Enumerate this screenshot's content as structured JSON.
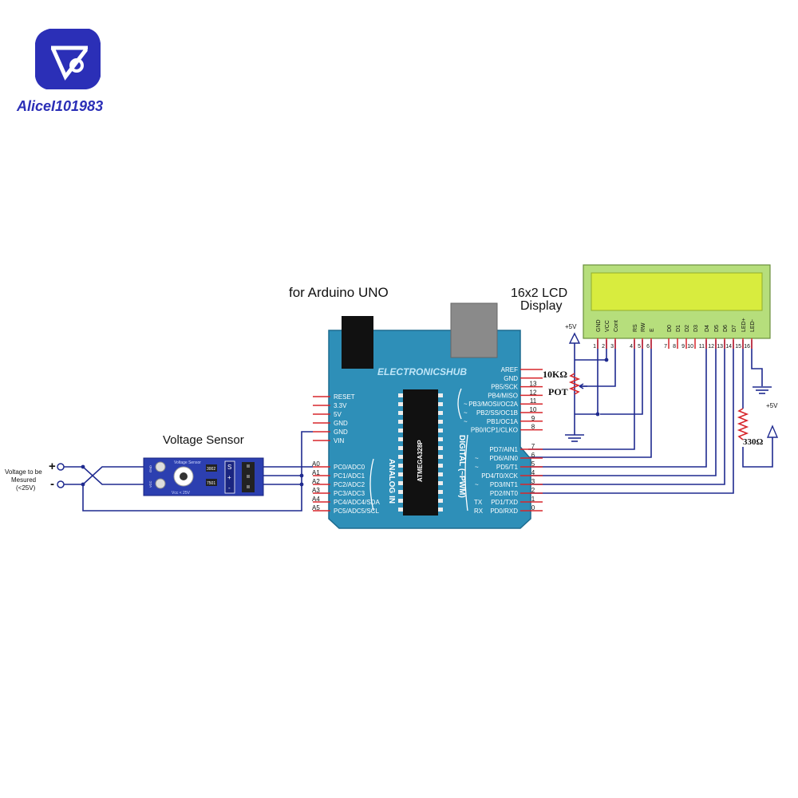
{
  "brand": {
    "name": "AliceI101983",
    "logo_color": "#2B2FB7",
    "accent": "#E3262B"
  },
  "titles": {
    "arduino": "for Arduino UNO",
    "lcd_line1": "16x2 LCD",
    "lcd_line2": "Display",
    "sensor": "Voltage Sensor"
  },
  "input": {
    "line1": "Voltage to be",
    "line2": "Mesured",
    "line3": "(<25V)",
    "plus": "+",
    "minus": "-"
  },
  "sensor_module": {
    "title": "Voltage Sensor",
    "vcc": "Vcc < 25V",
    "gnd_label": "GND",
    "vcc_label": "VCC",
    "chip1": "3002",
    "chip2": "7501",
    "pins": [
      "S",
      "+",
      "-"
    ]
  },
  "board": {
    "brand": "ELECTRONICSHUB",
    "chip": "ATMEGA328P",
    "analog_label": "ANALOG IN",
    "digital_label": "DIGITAL (~PWM)",
    "power_pins": [
      "RESET",
      "3.3V",
      "5V",
      "GND",
      "GND",
      "VIN"
    ],
    "analog_pins": [
      {
        "name": "A0",
        "func": "PC0/ADC0"
      },
      {
        "name": "A1",
        "func": "PC1/ADC1"
      },
      {
        "name": "A2",
        "func": "PC2/ADC2"
      },
      {
        "name": "A3",
        "func": "PC3/ADC3"
      },
      {
        "name": "A4",
        "func": "PC4/ADC4/SDA"
      },
      {
        "name": "A5",
        "func": "PC5/ADC5/SCL"
      }
    ],
    "top_pins": [
      {
        "func": "AREF",
        "num": ""
      },
      {
        "func": "GND",
        "num": ""
      },
      {
        "func": "PB5/SCK",
        "num": "13"
      },
      {
        "func": "PB4/MISO",
        "num": "12"
      },
      {
        "func": "PB3/MOSI/OC2A",
        "num": "11"
      },
      {
        "func": "PB2/SS/OC1B",
        "num": "10"
      },
      {
        "func": "PB1/OC1A",
        "num": "9"
      },
      {
        "func": "PB0/ICP1/CLKO",
        "num": "8"
      }
    ],
    "bottom_pins": [
      {
        "func": "PD7/AIN1",
        "num": "7"
      },
      {
        "func": "PD6/AIN0",
        "num": "6"
      },
      {
        "func": "PD5/T1",
        "num": "5"
      },
      {
        "func": "PD4/T0/XCK",
        "num": "4"
      },
      {
        "func": "PD3/INT1",
        "num": "3"
      },
      {
        "func": "PD2/INT0",
        "num": "2"
      },
      {
        "func": "PD1/TXD",
        "num": "1"
      },
      {
        "func": "PD0/RXD",
        "num": "0"
      }
    ],
    "tx": "TX",
    "rx": "RX",
    "tilde": "~"
  },
  "lcd": {
    "pins": [
      "GND",
      "VCC",
      "Cont",
      "RS",
      "RW",
      "E",
      "D0",
      "D1",
      "D2",
      "D3",
      "D4",
      "D5",
      "D6",
      "D7",
      "LED+",
      "LED-"
    ],
    "nums": [
      "1",
      "2",
      "3",
      "4",
      "5",
      "6",
      "7",
      "8",
      "9",
      "10",
      "11",
      "12",
      "13",
      "14",
      "15",
      "16"
    ],
    "screen_color": "#D8EC3E",
    "frame_color": "#B6DE7C"
  },
  "parts": {
    "pot_value": "10KΩ",
    "pot_name": "POT",
    "resistor": "330Ω",
    "vplus_left": "+5V",
    "vplus_right": "+5V"
  },
  "colors": {
    "wire": "#1F2A8F",
    "board": "#2E8FB8",
    "header": "#D7262B"
  }
}
